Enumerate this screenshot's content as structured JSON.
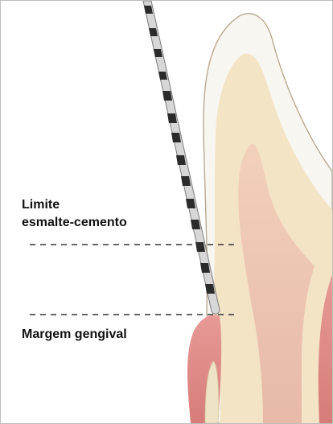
{
  "labels": {
    "cej_line1": "Limite",
    "cej_line2": "esmalte-cemento",
    "gingival_margin": "Margem gengival"
  },
  "colors": {
    "enamel": "#f7f5f0",
    "dentin": "#f4e3c4",
    "pulp": "#e8b9a6",
    "gingiva": "#dd8a86",
    "bone": "#f0e5c9",
    "probe_dark": "#2a2a2a",
    "probe_light": "#d9d9d9",
    "dashed_line": "#333333"
  },
  "icons": {
    "probe": "periodontal-probe-icon",
    "tooth": "tooth-cross-section-icon"
  }
}
